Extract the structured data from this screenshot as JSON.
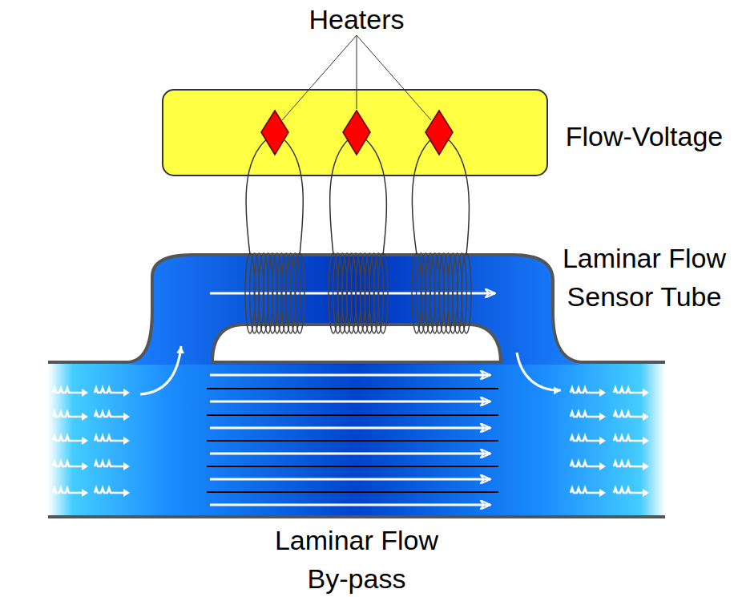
{
  "diagram": {
    "labels": [
      "Heaters",
      "Flow-Voltage",
      "Laminar Flow Sensor Tube",
      "Laminar Flow By-pass"
    ]
  }
}
